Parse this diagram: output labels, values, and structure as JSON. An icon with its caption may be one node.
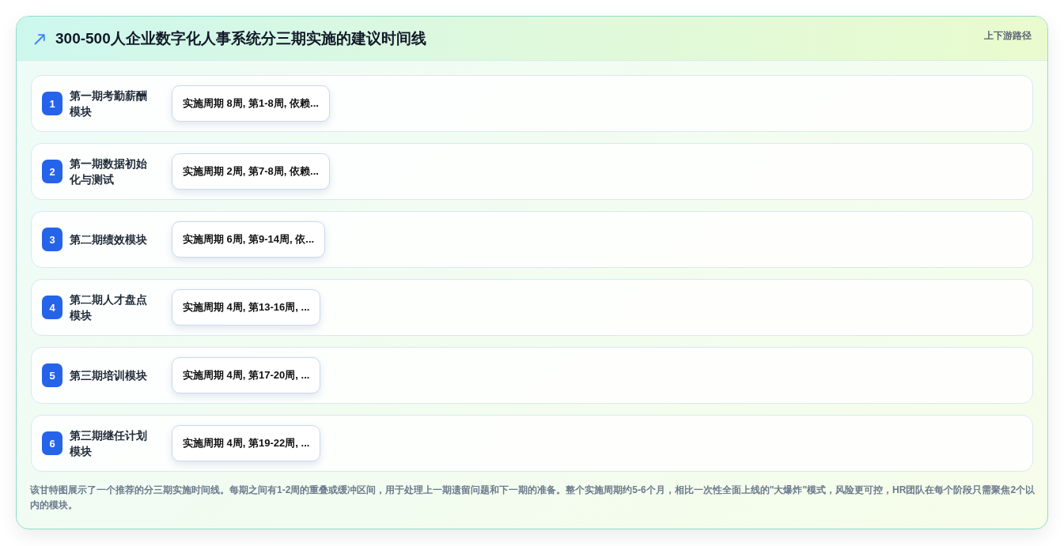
{
  "diagram": {
    "title": "300-500人企业数字化人事系统分三期实施的建议时间线",
    "caption": "该甘特图展示了一个推荐的分三期实施时间线。每期之间有1-2周的重叠或缓冲区间，用于处理上一期遗留问题和下一期的准备。整个实施周期约5-6个月，相比一次性全面上线的\"大爆炸\"模式，风险更可控，HR团队在每个阶段只需聚焦2个以内的模块。",
    "nodes": [
      {
        "text": [
          "第一期考勤薪酬模块"
        ]
      },
      {
        "text": [
          "1"
        ],
        "in": 0
      },
      {
        "text": [
          "实施周期 8周, 第1-8周, 依赖..."
        ],
        "in": 0
      },
      {
        "text": [
          "第一期数据初始化与测试"
        ]
      },
      {
        "text": [
          "2"
        ],
        "in": 3
      },
      {
        "text": [
          "实施周期 2周, 第7-8周, 依赖..."
        ],
        "in": 3
      },
      {
        "text": [
          "第二期绩效模块"
        ]
      },
      {
        "text": [
          "3"
        ],
        "in": 6
      },
      {
        "text": [
          "实施周期 6周, 第9-14周, 依..."
        ],
        "in": 6
      },
      {
        "text": [
          "第二期人才盘点模块"
        ]
      },
      {
        "text": [
          "4"
        ],
        "in": 9
      },
      {
        "text": [
          "实施周期 4周, 第13-16周, ..."
        ],
        "in": 9
      },
      {
        "text": [
          "第三期培训模块"
        ]
      },
      {
        "text": [
          "5"
        ],
        "in": 12
      },
      {
        "text": [
          "实施周期 4周, 第17-20周, ..."
        ],
        "in": 12
      },
      {
        "text": [
          "第三期继任计划模块"
        ]
      },
      {
        "text": [
          "6"
        ],
        "in": 15
      },
      {
        "text": [
          "实施周期 4周, 第19-22周, ..."
        ],
        "in": 15
      }
    ],
    "labels": [
      "上下游路径"
    ]
  }
}
